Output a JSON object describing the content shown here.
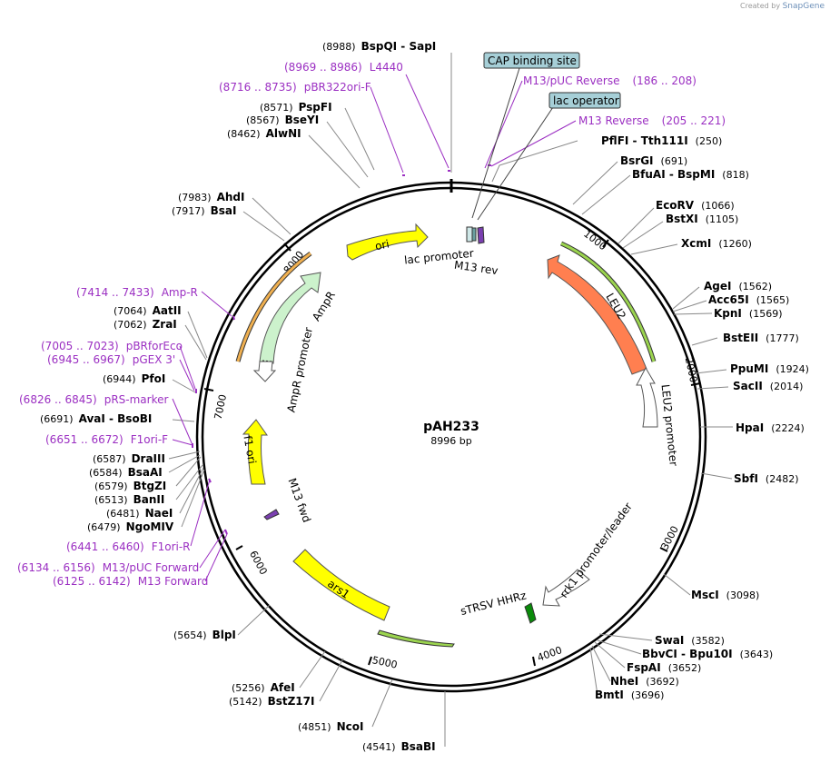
{
  "credit": {
    "text": "Created by",
    "brand": "SnapGene"
  },
  "plasmid": {
    "name": "pAH233",
    "length_label": "8996 bp",
    "length": 8996
  },
  "ticks": [
    "1000",
    "2000",
    "3000",
    "4000",
    "5000",
    "6000",
    "7000",
    "8000"
  ],
  "restriction_sites": [
    {
      "name": "BspQI - SapI",
      "pos": "(8988)"
    },
    {
      "name": "PspFI",
      "pos": "(8571)"
    },
    {
      "name": "BseYI",
      "pos": "(8567)"
    },
    {
      "name": "AlwNI",
      "pos": "(8462)"
    },
    {
      "name": "AhdI",
      "pos": "(7983)"
    },
    {
      "name": "BsaI",
      "pos": "(7917)"
    },
    {
      "name": "AatII",
      "pos": "(7064)"
    },
    {
      "name": "ZraI",
      "pos": "(7062)"
    },
    {
      "name": "PfoI",
      "pos": "(6944)"
    },
    {
      "name": "AvaI - BsoBI",
      "pos": "(6691)"
    },
    {
      "name": "DraIII",
      "pos": "(6587)"
    },
    {
      "name": "BsaAI",
      "pos": "(6584)"
    },
    {
      "name": "BtgZI",
      "pos": "(6579)"
    },
    {
      "name": "BanII",
      "pos": "(6513)"
    },
    {
      "name": "NaeI",
      "pos": "(6481)"
    },
    {
      "name": "NgoMIV",
      "pos": "(6479)"
    },
    {
      "name": "BlpI",
      "pos": "(5654)"
    },
    {
      "name": "AfeI",
      "pos": "(5256)"
    },
    {
      "name": "BstZ17I",
      "pos": "(5142)"
    },
    {
      "name": "NcoI",
      "pos": "(4851)"
    },
    {
      "name": "BsaBI",
      "pos": "(4541)"
    },
    {
      "name": "PflFI - Tth111I",
      "pos": "(250)"
    },
    {
      "name": "BsrGI",
      "pos": "(691)"
    },
    {
      "name": "BfuAI - BspMI",
      "pos": "(818)"
    },
    {
      "name": "EcoRV",
      "pos": "(1066)"
    },
    {
      "name": "BstXI",
      "pos": "(1105)"
    },
    {
      "name": "XcmI",
      "pos": "(1260)"
    },
    {
      "name": "AgeI",
      "pos": "(1562)"
    },
    {
      "name": "Acc65I",
      "pos": "(1565)"
    },
    {
      "name": "KpnI",
      "pos": "(1569)"
    },
    {
      "name": "BstEII",
      "pos": "(1777)"
    },
    {
      "name": "PpuMI",
      "pos": "(1924)"
    },
    {
      "name": "SacII",
      "pos": "(2014)"
    },
    {
      "name": "HpaI",
      "pos": "(2224)"
    },
    {
      "name": "SbfI",
      "pos": "(2482)"
    },
    {
      "name": "MscI",
      "pos": "(3098)"
    },
    {
      "name": "SwaI",
      "pos": "(3582)"
    },
    {
      "name": "BbvCI - Bpu10I",
      "pos": "(3643)"
    },
    {
      "name": "FspAI",
      "pos": "(3652)"
    },
    {
      "name": "NheI",
      "pos": "(3692)"
    },
    {
      "name": "BmtI",
      "pos": "(3696)"
    }
  ],
  "primers": [
    {
      "name": "L4440",
      "range": "(8969 .. 8986)"
    },
    {
      "name": "pBR322ori-F",
      "range": "(8716 .. 8735)"
    },
    {
      "name": "Amp-R",
      "range": "(7414 .. 7433)"
    },
    {
      "name": "pBRforEco",
      "range": "(7005 .. 7023)"
    },
    {
      "name": "pGEX 3'",
      "range": "(6945 .. 6967)"
    },
    {
      "name": "pRS-marker",
      "range": "(6826 .. 6845)"
    },
    {
      "name": "F1ori-F",
      "range": "(6651 .. 6672)"
    },
    {
      "name": "F1ori-R",
      "range": "(6441 .. 6460)"
    },
    {
      "name": "M13/pUC Forward",
      "range": "(6134 .. 6156)"
    },
    {
      "name": "M13 Forward",
      "range": "(6125 .. 6142)"
    },
    {
      "name": "M13/pUC Reverse",
      "range": "(186 .. 208)"
    },
    {
      "name": "M13 Reverse",
      "range": "(205 .. 221)"
    }
  ],
  "boxed_features": [
    {
      "name": "CAP binding site"
    },
    {
      "name": "lac operator"
    }
  ],
  "features": [
    {
      "name": "ori",
      "color": "#ffff00"
    },
    {
      "name": "AmpR",
      "color": "#ccf2cc"
    },
    {
      "name": "AmpR promoter",
      "color": "#ffffff"
    },
    {
      "name": "f1 ori",
      "color": "#ffff00"
    },
    {
      "name": "M13 fwd",
      "color": "#7a3fb0"
    },
    {
      "name": "ars1",
      "color": "#ffff00"
    },
    {
      "name": "sTRSV HHRz",
      "color": "#0a8a0a"
    },
    {
      "name": "rrk1 promoter/leader",
      "color": "#ffffff"
    },
    {
      "name": "LEU2",
      "color": "#ff7f50"
    },
    {
      "name": "LEU2 promoter",
      "color": "#ffffff"
    },
    {
      "name": "lac promoter",
      "color": "#ffffff"
    },
    {
      "name": "M13 rev",
      "color": "#7a3fb0"
    }
  ]
}
